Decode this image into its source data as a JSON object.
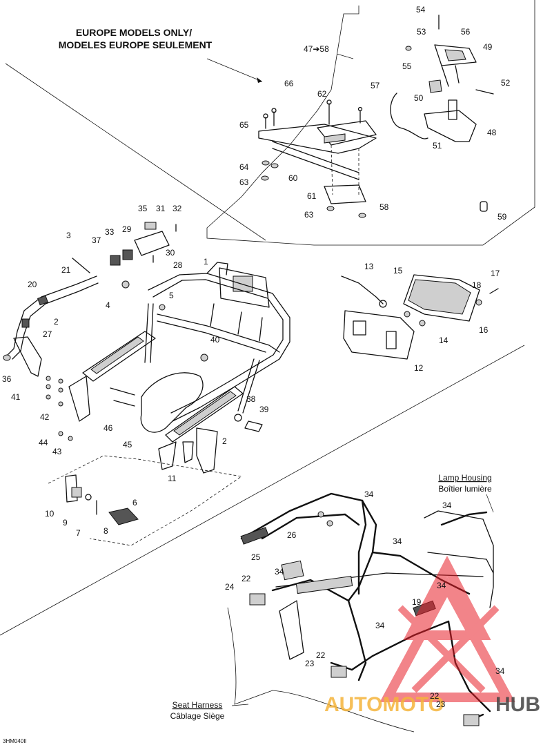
{
  "europe_note": {
    "line1": "EUROPE MODELS ONLY/",
    "line2": "MODELES EUROPE SEULEMENT"
  },
  "range_label": "47➔58",
  "callouts": [
    "54",
    "53",
    "56",
    "49",
    "55",
    "52",
    "50",
    "48",
    "51",
    "59",
    "58",
    "57",
    "62",
    "66",
    "65",
    "64",
    "63",
    "60",
    "61",
    "63",
    "35",
    "31",
    "32",
    "33",
    "29",
    "37",
    "30",
    "3",
    "21",
    "28",
    "1",
    "20",
    "4",
    "5",
    "2",
    "27",
    "36",
    "40",
    "41",
    "42",
    "44",
    "43",
    "46",
    "45",
    "38",
    "39",
    "2",
    "11",
    "13",
    "15",
    "18",
    "17",
    "16",
    "14",
    "12",
    "10",
    "9",
    "7",
    "8",
    "6",
    "34",
    "34",
    "34",
    "26",
    "25",
    "22",
    "34",
    "24",
    "19",
    "34",
    "34",
    "22",
    "23",
    "34",
    "22",
    "23"
  ],
  "lamp_label": {
    "en": "Lamp Housing",
    "fr": "Boîtier lumière"
  },
  "seat_label": {
    "en": "Seat Harness",
    "fr": "Câblage Siège"
  },
  "watermark": {
    "part1": "AUTOMOTO",
    "part2": "HUB"
  },
  "drawing_code": "3HM040II"
}
